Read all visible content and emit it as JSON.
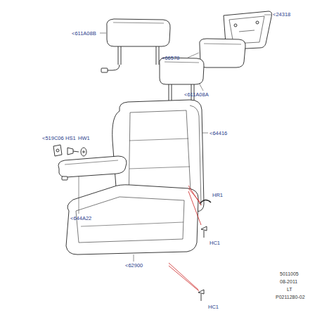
{
  "diagram": {
    "labels": [
      "<611A08B",
      "<24318",
      "<66578",
      "<611A08A",
      "<519C06",
      "HS1",
      "HW1",
      "<64416",
      "HR1",
      "HC1",
      "<644A22",
      "HC1",
      "<62900",
      "5011005",
      "08-2011",
      "LT",
      "P0211280-02"
    ]
  }
}
